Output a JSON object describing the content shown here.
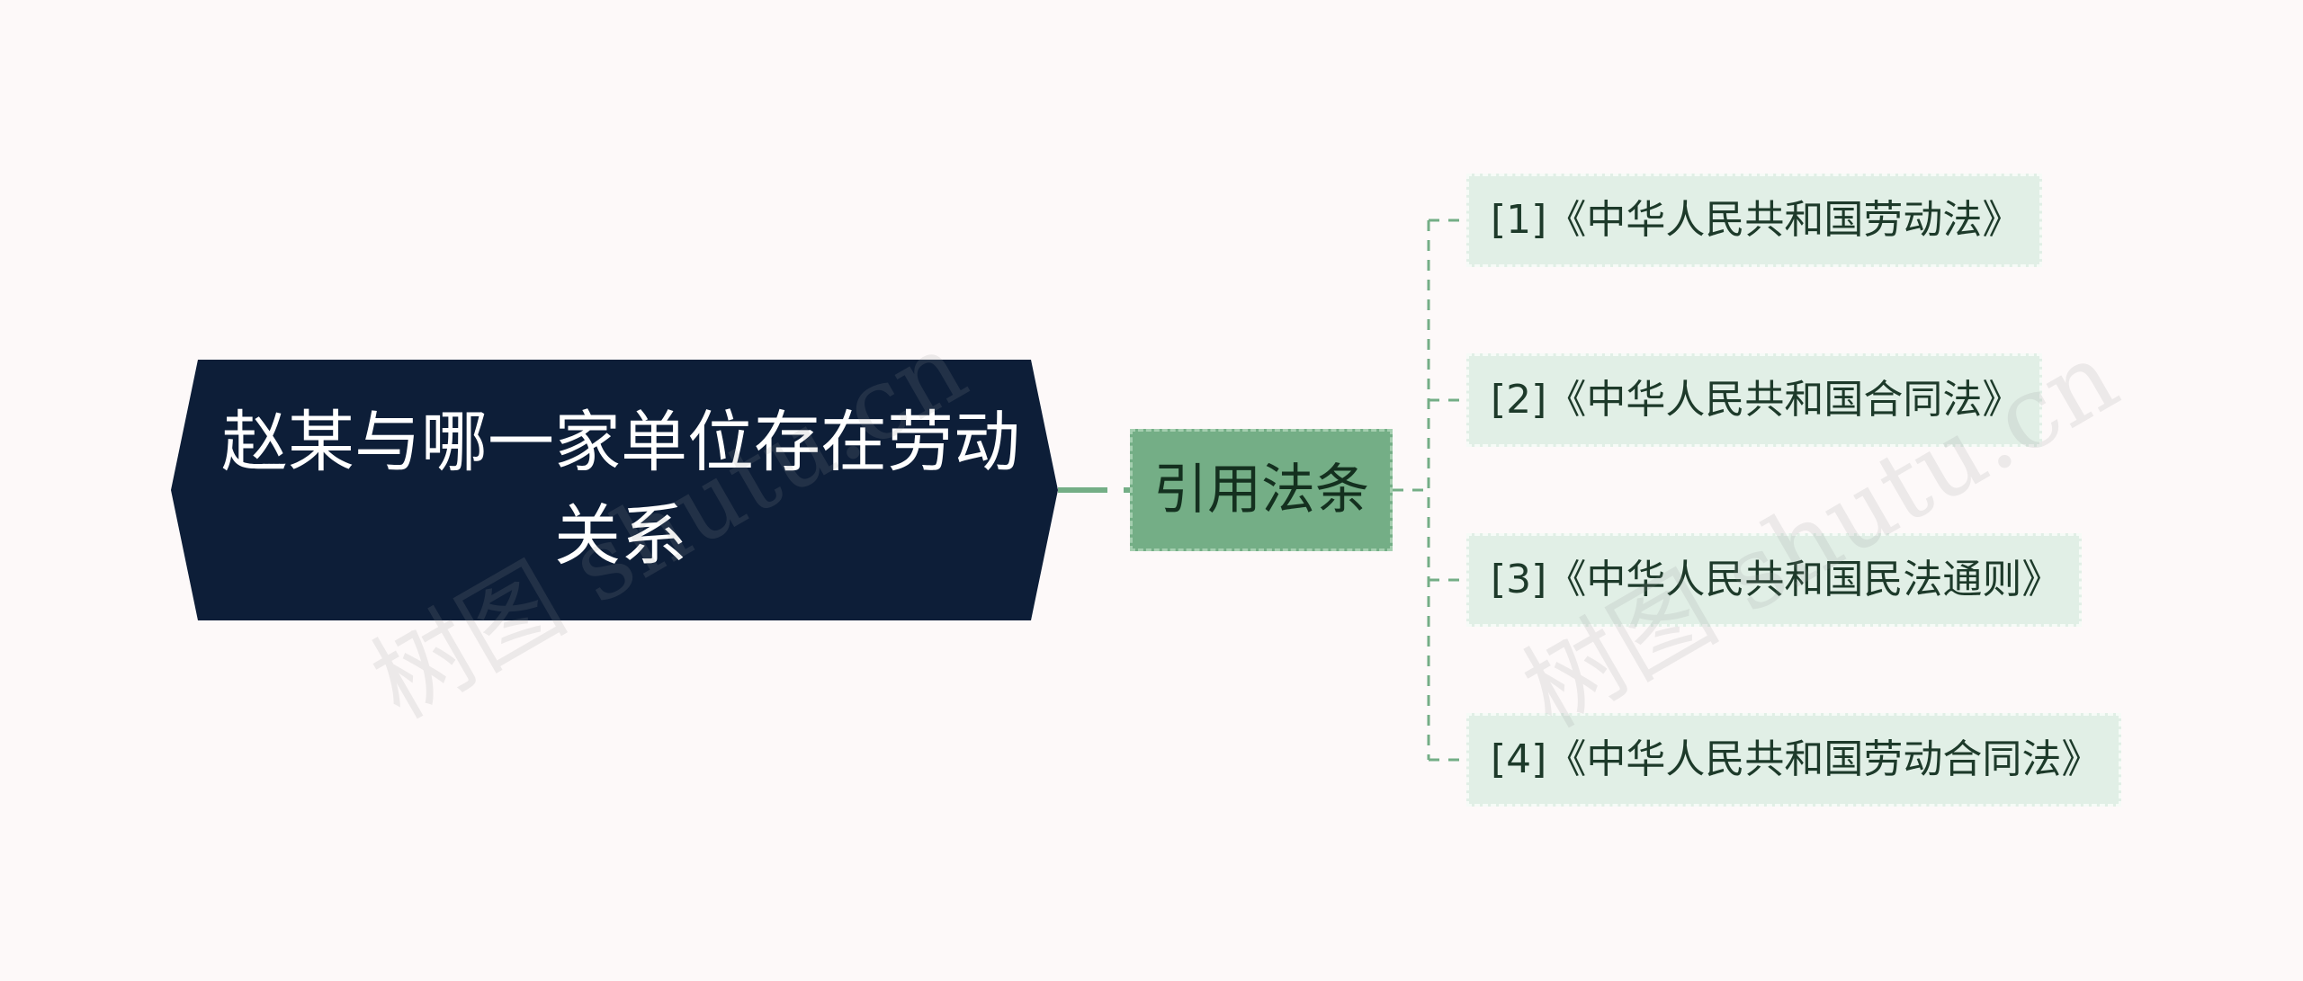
{
  "root": {
    "title": "赵某与哪一家单位存在劳动关系"
  },
  "branch": {
    "label": "引用法条"
  },
  "leaves": [
    {
      "label": "[1]《中华人民共和国劳动法》"
    },
    {
      "label": "[2]《中华人民共和国合同法》"
    },
    {
      "label": "[3]《中华人民共和国民法通则》"
    },
    {
      "label": "[4]《中华人民共和国劳动合同法》"
    }
  ],
  "watermarks": [
    "树图 shutu.cn",
    "树图 shutu.cn"
  ],
  "colors": {
    "background": "#fdf9f9",
    "root_fill": "#0d1e38",
    "branch_fill": "#74ae86",
    "leaf_fill": "#e1efe6",
    "connector": "#74ae86"
  }
}
